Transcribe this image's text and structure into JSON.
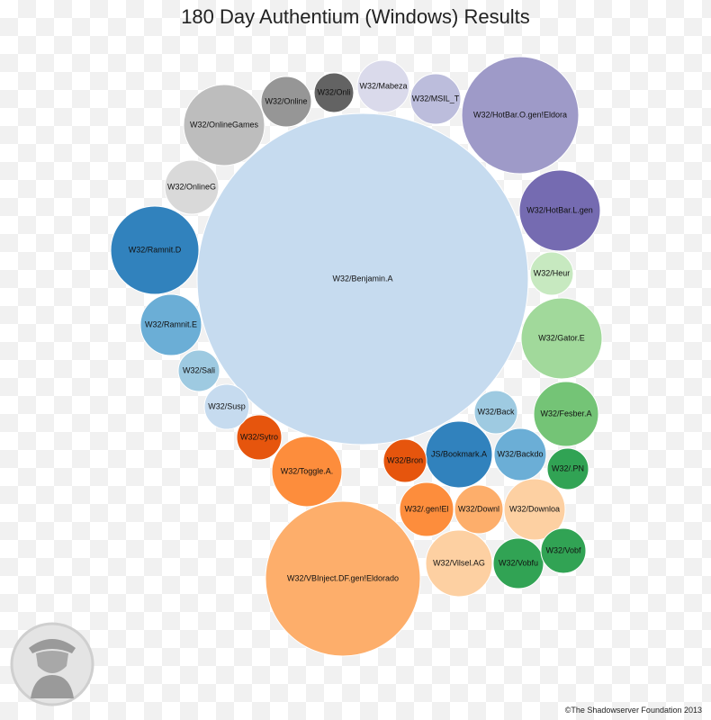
{
  "chart_data": {
    "type": "bubble",
    "title": "180 Day Authentium (Windows) Results",
    "bubbles": [
      {
        "label": "W32/Benjamin.A",
        "color": "#c6dbef"
      },
      {
        "label": "W32/VBInject.DF.gen!Eldorado",
        "color": "#fdae6b"
      },
      {
        "label": "W32/HotBar.O.gen!Eldora",
        "color": "#9e9ac8"
      },
      {
        "label": "W32/OnlineGames",
        "color": "#bdbdbd"
      },
      {
        "label": "W32/HotBar.L.gen",
        "color": "#756bb1"
      },
      {
        "label": "W32/Ramnit.D",
        "color": "#3182bd"
      },
      {
        "label": "W32/Gator.E",
        "color": "#a1d99b"
      },
      {
        "label": "W32/Toggle.A.",
        "color": "#fd8d3c"
      },
      {
        "label": "JS/Bookmark.A",
        "color": "#3182bd"
      },
      {
        "label": "W32/Fesber.A",
        "color": "#74c476"
      },
      {
        "label": "W32/Vilsel.AG",
        "color": "#fdd0a2"
      },
      {
        "label": "W32/Downloa",
        "color": "#fdd0a2"
      },
      {
        "label": "W32/Ramnit.E",
        "color": "#6baed6"
      },
      {
        "label": "W32/Backdo",
        "color": "#6baed6"
      },
      {
        "label": "W32/OnlineG",
        "color": "#d9d9d9"
      },
      {
        "label": "W32/Vobfu",
        "color": "#31a354"
      },
      {
        "label": "W32/Mabeza",
        "color": "#dadaeb"
      },
      {
        "label": "W32/.gen!El",
        "color": "#fd8d3c"
      },
      {
        "label": "W32/MSIL_T",
        "color": "#bcbddc"
      },
      {
        "label": "W32/Downl",
        "color": "#fdae6b"
      },
      {
        "label": "W32/Online",
        "color": "#969696"
      },
      {
        "label": "W32/Vobf",
        "color": "#31a354"
      },
      {
        "label": "W32/Sytro",
        "color": "#e6550d"
      },
      {
        "label": "W32/Back",
        "color": "#9ecae1"
      },
      {
        "label": "W32/Susp",
        "color": "#c6dbef"
      },
      {
        "label": "W32/Sali",
        "color": "#9ecae1"
      },
      {
        "label": "W32/Bron",
        "color": "#e6550d"
      },
      {
        "label": "W32/.PN",
        "color": "#31a354"
      },
      {
        "label": "W32/Heur",
        "color": "#c7e9c0"
      },
      {
        "label": "W32/Onli",
        "color": "#636363"
      }
    ]
  },
  "watermark": {
    "icon": "shadowserver-logo"
  },
  "credit": "©The Shadowserver Foundation 2013"
}
